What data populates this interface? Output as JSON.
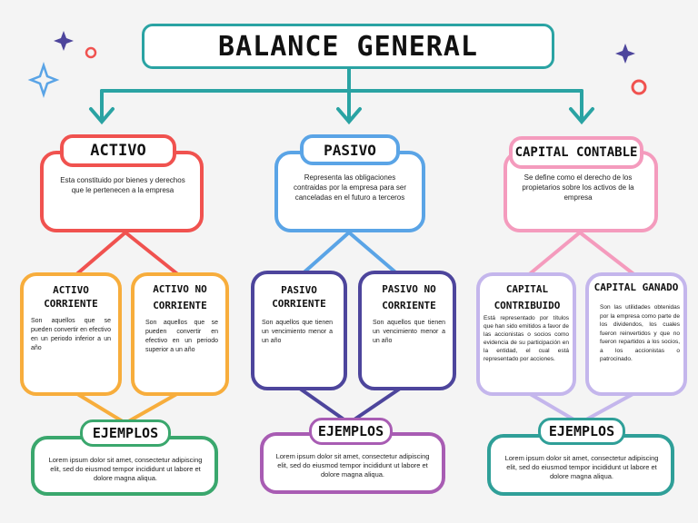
{
  "title": "BALANCE GENERAL",
  "columns": {
    "activo": {
      "heading": "ACTIVO",
      "description": "Esta constituido por bienes y derechos que le pertenecen a la empresa",
      "left": {
        "heading": "ACTIVO CORRIENTE",
        "description": "Son aquellos que se pueden convertir en efectivo en un periodo inferior a un año"
      },
      "right": {
        "heading": "ACTIVO NO CORRIENTE",
        "description": "Son aquellos que se pueden convertir en efectivo en un periodo superior a un año"
      },
      "examples_heading": "EJEMPLOS",
      "examples_text": "Lorem ipsum dolor sit amet, consectetur adipiscing elit, sed do eiusmod tempor incididunt ut labore et dolore magna aliqua."
    },
    "pasivo": {
      "heading": "PASIVO",
      "description": "Representa las obligaciones contraidas por la empresa para ser canceladas en el futuro a terceros",
      "left": {
        "heading": "PASIVO CORRIENTE",
        "description": "Son aquellos que tienen un vencimiento menor a un año"
      },
      "right": {
        "heading": "PASIVO NO CORRIENTE",
        "description": "Son aquellos que tienen un vencimiento menor a un año"
      },
      "examples_heading": "EJEMPLOS",
      "examples_text": "Lorem ipsum dolor sit amet, consectetur adipiscing elit, sed do eiusmod tempor incididunt ut labore et dolore magna aliqua."
    },
    "capital": {
      "heading": "CAPITAL CONTABLE",
      "description": "Se define como el derecho de los propietarios sobre los activos de la empresa",
      "left": {
        "heading": "CAPITAL CONTRIBUIDO",
        "description": "Está representado por títulos que han sido emitidos a favor de las accionistas o socios como evidencia de su participación en la entidad, el cual está representado por acciones."
      },
      "right": {
        "heading": "CAPITAL GANADO",
        "description": "Son las utilidades obtenidas por la empresa como parte de los dividendos, los cuales fueron reinvertidos y que no fueron repartidos a los socios, a los accionistas o patrocinado."
      },
      "examples_heading": "EJEMPLOS",
      "examples_text": "Lorem ipsum dolor sit amet, consectetur adipiscing elit, sed do eiusmod tempor incididunt ut labore et dolore magna aliqua."
    }
  },
  "colors": {
    "teal": "#2aa3a3",
    "red": "#f0524f",
    "orange": "#f7ad3c",
    "blue": "#5aa4e6",
    "navy": "#4d459c",
    "pink": "#f49bbd",
    "lavender": "#c4b6ec",
    "green": "#3aa76d",
    "purple": "#a85cb3",
    "sea": "#2f9f98"
  },
  "decorations": [
    "sparkle-icon",
    "ring-icon"
  ]
}
